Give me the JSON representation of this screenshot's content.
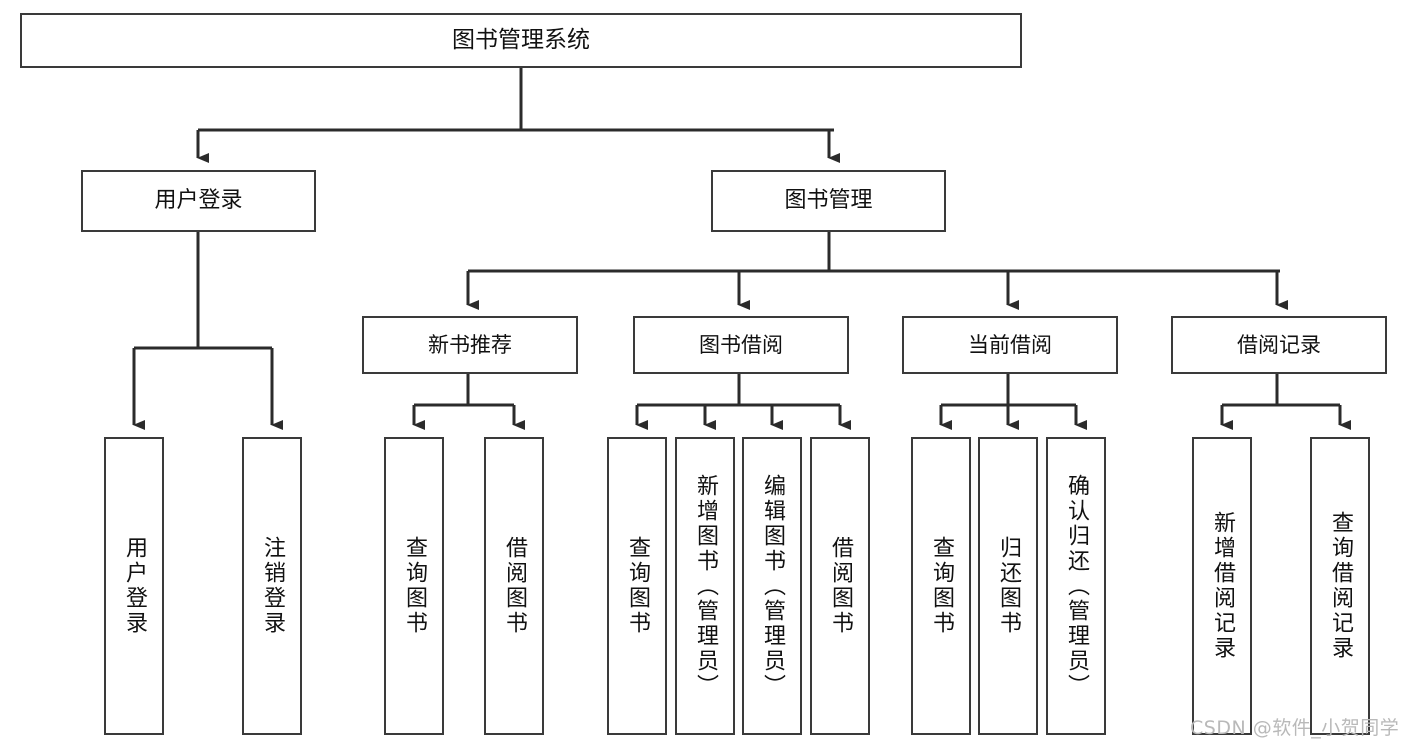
{
  "diagram": {
    "title": "图书管理系统",
    "type": "tree-hierarchy-chart",
    "orientation": "top-down",
    "colors": {
      "box_border": "#3a3a3a",
      "box_fill": "#ffffff",
      "connector": "#2b2b2b",
      "text": "#111111",
      "watermark": "#b9b9b9",
      "background": "#ffffff"
    }
  },
  "nodes": {
    "root": {
      "label": "图书管理系统"
    },
    "level2": [
      {
        "id": "user-login",
        "label": "用户登录"
      },
      {
        "id": "book-management",
        "label": "图书管理"
      }
    ],
    "level3": [
      {
        "id": "new-book-recommend",
        "label": "新书推荐"
      },
      {
        "id": "book-borrow",
        "label": "图书借阅"
      },
      {
        "id": "current-borrow",
        "label": "当前借阅"
      },
      {
        "id": "borrow-record",
        "label": "借阅记录"
      }
    ],
    "leaves": {
      "user-login": [
        {
          "id": "leaf-user-login",
          "label": "用户登录"
        },
        {
          "id": "leaf-logout-login",
          "label": "注销登录"
        }
      ],
      "new-book-recommend": [
        {
          "id": "leaf-query-book-1",
          "label": "查询图书"
        },
        {
          "id": "leaf-borrow-book-1",
          "label": "借阅图书"
        }
      ],
      "book-borrow": [
        {
          "id": "leaf-query-book-2",
          "label": "查询图书"
        },
        {
          "id": "leaf-add-book",
          "label": "新增图书（管理员）"
        },
        {
          "id": "leaf-edit-book",
          "label": "编辑图书（管理员）"
        },
        {
          "id": "leaf-borrow-book-2",
          "label": "借阅图书"
        }
      ],
      "current-borrow": [
        {
          "id": "leaf-query-book-3",
          "label": "查询图书"
        },
        {
          "id": "leaf-return-book",
          "label": "归还图书"
        },
        {
          "id": "leaf-confirm-return",
          "label": "确认归还（管理员）"
        }
      ],
      "borrow-record": [
        {
          "id": "leaf-add-borrow-record",
          "label": "新增借阅记录"
        },
        {
          "id": "leaf-query-borrow-record",
          "label": "查询借阅记录"
        }
      ]
    }
  },
  "watermark": {
    "text": "CSDN @软件_小贺同学"
  }
}
